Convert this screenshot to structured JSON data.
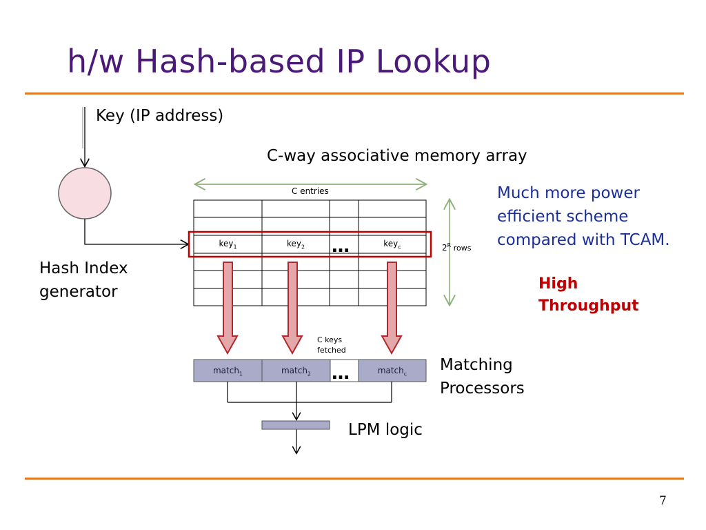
{
  "title": "h/w Hash-based IP Lookup",
  "key_label": "Key (IP address)",
  "array_label": "C-way associative memory array",
  "entries_label": "C  entries",
  "rows_label": {
    "base": "2",
    "sup": "R",
    "rest": " rows"
  },
  "hash_label": [
    "Hash Index",
    "generator"
  ],
  "keys": [
    {
      "base": "key",
      "sub": "1"
    },
    {
      "base": "key",
      "sub": "2"
    },
    {
      "base": "key",
      "sub": "c"
    }
  ],
  "matches": [
    {
      "base": "match",
      "sub": "1"
    },
    {
      "base": "match",
      "sub": "2"
    },
    {
      "base": "match",
      "sub": "c"
    }
  ],
  "ellipsis": "…",
  "keys_fetched": [
    "C keys",
    "fetched"
  ],
  "matching_label": [
    "Matching",
    "Processors"
  ],
  "lpm_label": "LPM logic",
  "power_note": [
    "Much more power",
    "efficient scheme",
    "compared with TCAM."
  ],
  "throughput_note": [
    "High",
    "Throughput"
  ],
  "page_number": "7",
  "colors": {
    "title": "#4b1a78",
    "rule": "#e07b2a",
    "highlight": "#c00000",
    "note": "#1b2f99",
    "match_fill": "#a9abc9",
    "hash_fill": "#f8dde3"
  }
}
